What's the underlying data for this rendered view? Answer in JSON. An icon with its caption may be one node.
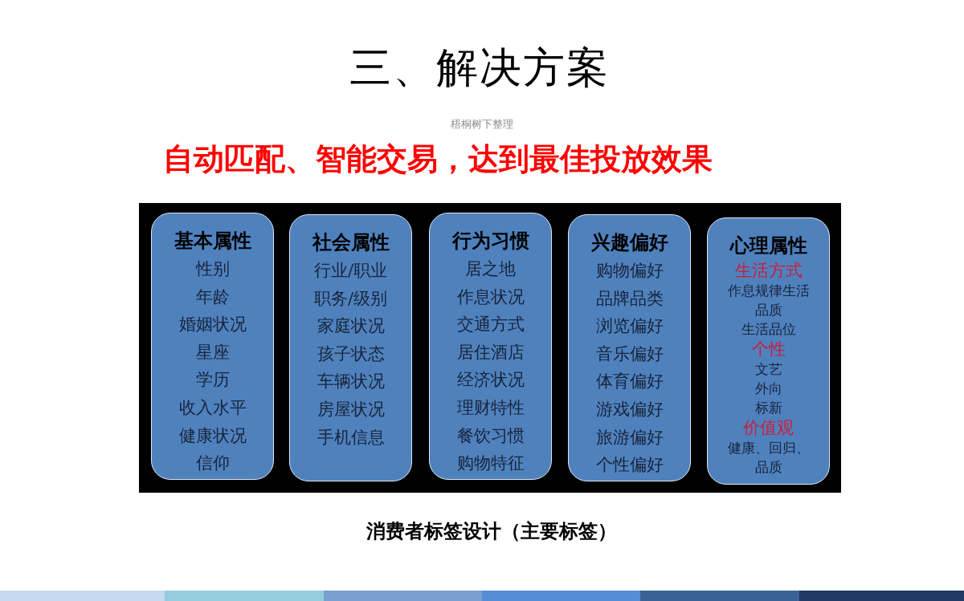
{
  "diagram": {
    "title": "三、解决方案",
    "caption": "消费者标签设计（主要标签）",
    "nodes": [
      {
        "text": [],
        "shape": "box"
      },
      {
        "text": [
          "基本属性",
          "性别",
          "年龄",
          "婚姻状况",
          "星座",
          "学历",
          "收入水平",
          "健康状况",
          "信仰"
        ],
        "in": 0
      },
      {
        "text": [
          "社会属性",
          "行业/职业",
          "职务/级别",
          "家庭状况",
          "孩子状态",
          "车辆状况",
          "房屋状况",
          "手机信息"
        ],
        "in": 0
      },
      {
        "text": [
          "行为习惯",
          "居之地",
          "作息状况",
          "交通方式",
          "居住酒店",
          "经济状况",
          "理财特性",
          "餐饮习惯",
          "购物特征"
        ],
        "in": 0
      },
      {
        "text": [
          "兴趣偏好",
          "购物偏好",
          "品牌品类",
          "浏览偏好",
          "音乐偏好",
          "体育偏好",
          "游戏偏好",
          "旅游偏好",
          "个性偏好"
        ],
        "in": 0
      },
      {
        "text": [
          "心理属性",
          "生活方式",
          "作息规律生活品质",
          "生活品位",
          "个性",
          "文艺",
          "外向",
          "标新",
          "价值观",
          "健康、回归、品质"
        ],
        "in": 0
      }
    ],
    "labels": [
      "梧桐树下整理",
      "自动匹配、智能交易，达到最佳投放效果"
    ]
  }
}
